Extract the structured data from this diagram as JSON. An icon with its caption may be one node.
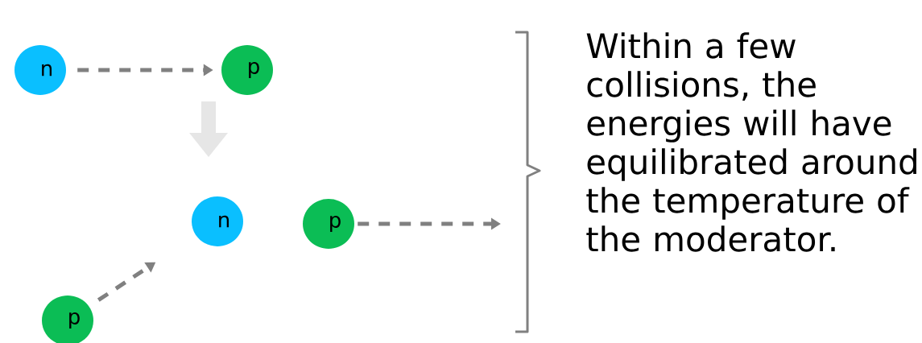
{
  "diagram": {
    "nodes": [
      {
        "text": [
          "n"
        ]
      },
      {
        "text": [
          "p"
        ]
      },
      {
        "text": [
          "n"
        ]
      },
      {
        "text": [
          "p"
        ]
      },
      {
        "text": [
          "p"
        ]
      }
    ],
    "edges": [
      {
        "from": 0,
        "to": 1,
        "arrow": "to",
        "style": "dashed"
      },
      {
        "from": 4,
        "to": 2,
        "arrow": "to",
        "style": "dashed"
      },
      {
        "from": 3,
        "to": null,
        "arrow": "to",
        "style": "dashed"
      }
    ],
    "labels": [
      "Within a few collisions, the energies will have equilibrated around the temperature of the moderator."
    ]
  }
}
